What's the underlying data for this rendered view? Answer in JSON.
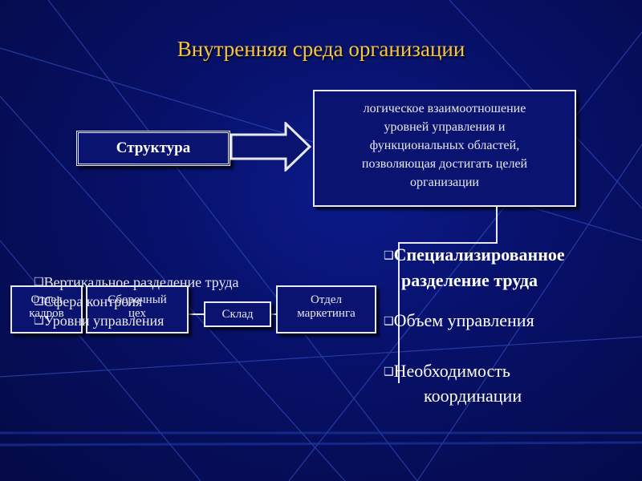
{
  "title": "Внутренняя среда организации",
  "structure_label": "Структура",
  "definition_lines": [
    "логическое взаимоотношение",
    "уровней управления и",
    "функциональных областей,",
    "позволяющая достигать целей",
    "организации"
  ],
  "org_boxes": [
    {
      "lines": [
        "Отдел",
        "кадров"
      ]
    },
    {
      "lines": [
        "Сборочный",
        "цех"
      ]
    },
    {
      "lines": [
        "Склад"
      ]
    },
    {
      "lines": [
        "Отдел",
        "маркетинга"
      ]
    }
  ],
  "left_bullets": [
    "Вертикальное разделение труда",
    "Сфера контроля",
    "Уровни управления"
  ],
  "right_bullets": [
    {
      "line1": "Специализированное",
      "line2": "разделение труда",
      "bold": true
    },
    {
      "line1": "Объем управления",
      "line2": "",
      "bold": false
    },
    {
      "line1": "Необходимость",
      "line2": "координации",
      "bold": false
    }
  ],
  "bullet_glyph": "❑",
  "colors": {
    "background": "#071066",
    "title": "#f5c542",
    "box_border": "#e8e8f0"
  }
}
